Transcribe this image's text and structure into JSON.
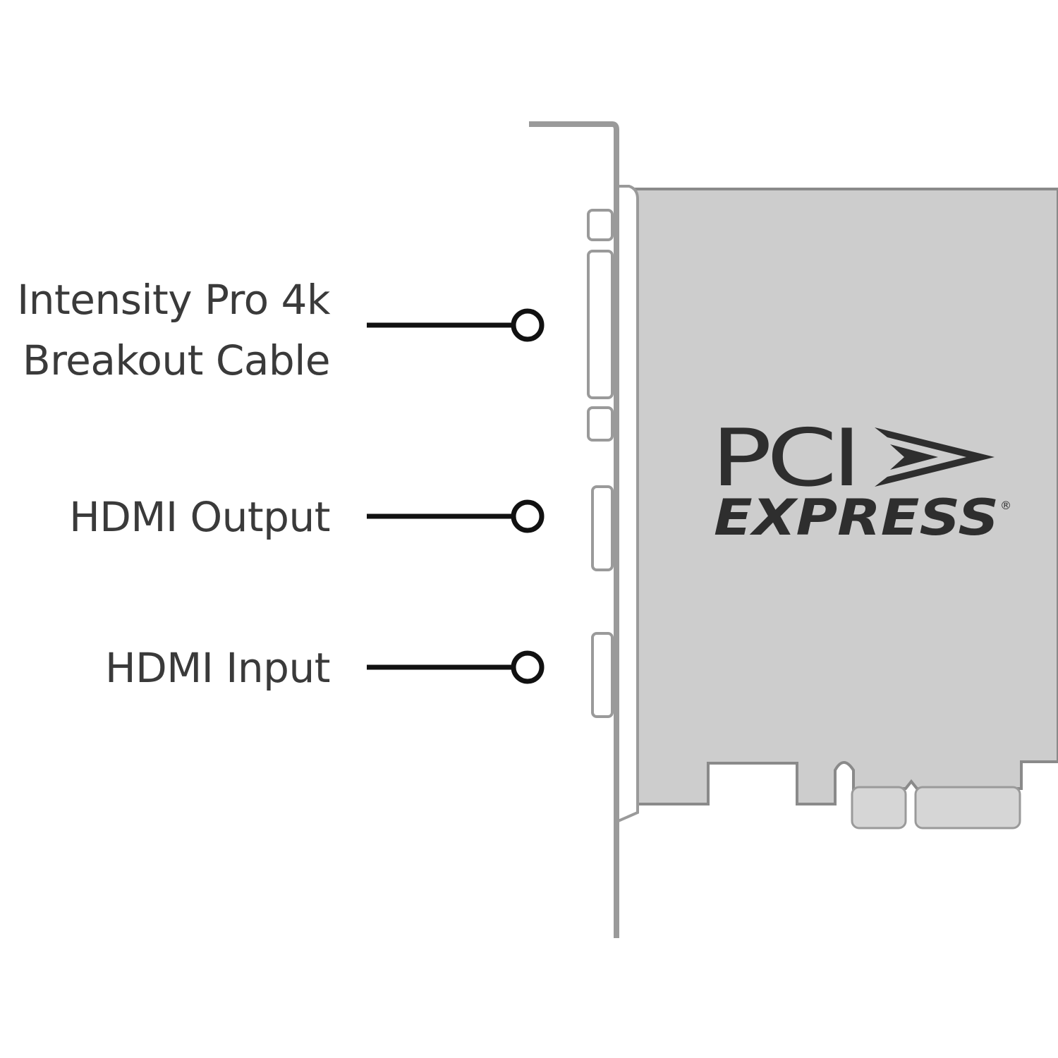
{
  "callouts": {
    "breakout_line1": "Intensity Pro 4k",
    "breakout_line2": "Breakout Cable",
    "hdmi_output": "HDMI Output",
    "hdmi_input": "HDMI Input"
  },
  "logo": {
    "line1": "PCI",
    "line2": "EXPRESS",
    "registered_mark": "®"
  },
  "colors": {
    "board_fill": "#cdcdcd",
    "outline": "#8a8a8a",
    "leader_line": "#111111",
    "label_text": "#3a3a3a",
    "logo_text": "#2e2e2e"
  },
  "icons": {
    "callout_marker": "ring-endpoint-icon",
    "bracket": "pcie-bracket",
    "connectors": "port-connector-icon"
  }
}
